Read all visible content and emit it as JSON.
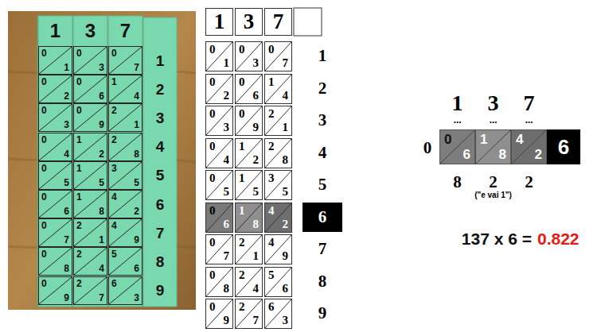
{
  "diagram": {
    "nodes": [
      {
        "text": [
          "1"
        ]
      },
      {
        "text": [
          "3"
        ]
      },
      {
        "text": [
          "7"
        ]
      },
      {
        "text": [
          "0",
          "1"
        ]
      },
      {
        "text": [
          "0",
          "3"
        ]
      },
      {
        "text": [
          "0",
          "7"
        ]
      },
      {
        "text": [
          "1"
        ]
      },
      {
        "text": [
          "0",
          "2"
        ]
      },
      {
        "text": [
          "0",
          "6"
        ]
      },
      {
        "text": [
          "1",
          "4"
        ]
      },
      {
        "text": [
          "2"
        ]
      },
      {
        "text": [
          "0",
          "3"
        ]
      },
      {
        "text": [
          "0",
          "9"
        ]
      },
      {
        "text": [
          "2",
          "1"
        ]
      },
      {
        "text": [
          "3"
        ]
      },
      {
        "text": [
          "0",
          "4"
        ]
      },
      {
        "text": [
          "1",
          "2"
        ]
      },
      {
        "text": [
          "2",
          "8"
        ]
      },
      {
        "text": [
          "4"
        ]
      },
      {
        "text": [
          "0",
          "5"
        ]
      },
      {
        "text": [
          "1",
          "5"
        ]
      },
      {
        "text": [
          "3",
          "5"
        ]
      },
      {
        "text": [
          "5"
        ]
      },
      {
        "text": [
          "0",
          "6"
        ]
      },
      {
        "text": [
          "1",
          "8"
        ]
      },
      {
        "text": [
          "4",
          "2"
        ]
      },
      {
        "text": [
          "6"
        ]
      },
      {
        "text": [
          "0",
          "7"
        ]
      },
      {
        "text": [
          "2",
          "1"
        ]
      },
      {
        "text": [
          "4",
          "9"
        ]
      },
      {
        "text": [
          "7"
        ]
      },
      {
        "text": [
          "0",
          "8"
        ]
      },
      {
        "text": [
          "2",
          "4"
        ]
      },
      {
        "text": [
          "5",
          "6"
        ]
      },
      {
        "text": [
          "8"
        ]
      },
      {
        "text": [
          "0",
          "9"
        ]
      },
      {
        "text": [
          "2",
          "7"
        ]
      },
      {
        "text": [
          "6",
          "3"
        ]
      },
      {
        "text": [
          "9"
        ]
      },
      {
        "text": [
          "1"
        ]
      },
      {
        "text": [
          "3"
        ]
      },
      {
        "text": [
          "7"
        ]
      },
      {
        "text": [
          "0",
          "1"
        ]
      },
      {
        "text": [
          "0",
          "3"
        ]
      },
      {
        "text": [
          "0",
          "7"
        ]
      },
      {
        "text": [
          "1"
        ]
      },
      {
        "text": [
          "0",
          "2"
        ]
      },
      {
        "text": [
          "0",
          "6"
        ]
      },
      {
        "text": [
          "1",
          "4"
        ]
      },
      {
        "text": [
          "2"
        ]
      },
      {
        "text": [
          "0",
          "3"
        ]
      },
      {
        "text": [
          "0",
          "9"
        ]
      },
      {
        "text": [
          "2",
          "1"
        ]
      },
      {
        "text": [
          "3"
        ]
      },
      {
        "text": [
          "0",
          "4"
        ]
      },
      {
        "text": [
          "1",
          "2"
        ]
      },
      {
        "text": [
          "2",
          "8"
        ]
      },
      {
        "text": [
          "4"
        ]
      },
      {
        "text": [
          "0",
          "5"
        ]
      },
      {
        "text": [
          "1",
          "5"
        ]
      },
      {
        "text": [
          "3",
          "5"
        ]
      },
      {
        "text": [
          "5"
        ]
      },
      {
        "text": [
          "0",
          "6"
        ]
      },
      {
        "text": [
          "1",
          "8"
        ]
      },
      {
        "text": [
          "4",
          "2"
        ]
      },
      {
        "text": [
          "6"
        ]
      },
      {
        "text": [
          "0",
          "7"
        ]
      },
      {
        "text": [
          "2",
          "1"
        ]
      },
      {
        "text": [
          "4",
          "9"
        ]
      },
      {
        "text": [
          "7"
        ]
      },
      {
        "text": [
          "0",
          "8"
        ]
      },
      {
        "text": [
          "2",
          "4"
        ]
      },
      {
        "text": [
          "5",
          "6"
        ]
      },
      {
        "text": [
          "8"
        ]
      },
      {
        "text": [
          "0",
          "9"
        ]
      },
      {
        "text": [
          "2",
          "7"
        ]
      },
      {
        "text": [
          "6",
          "3"
        ]
      },
      {
        "text": [
          "9"
        ]
      },
      {
        "text": [
          "0",
          "6"
        ]
      },
      {
        "text": [
          "1",
          "8"
        ]
      },
      {
        "text": [
          "4",
          "2"
        ]
      },
      {
        "text": [
          "6"
        ]
      }
    ],
    "labels": [
      "1",
      "3",
      "7",
      "...",
      "...",
      "...",
      "0",
      "8",
      "2",
      "2",
      "(\"e vai 1\")",
      "137 x 6 =",
      "0.822"
    ]
  }
}
